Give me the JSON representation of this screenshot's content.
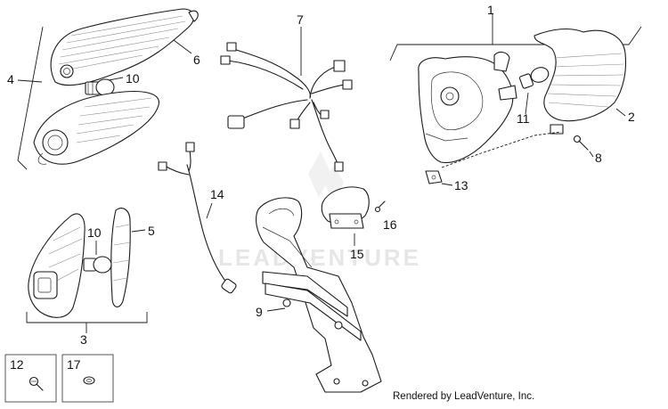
{
  "watermark": "LEADVENTURE",
  "credit": "Rendered by LeadVenture, Inc.",
  "callouts": {
    "c1": "1",
    "c2": "2",
    "c3": "3",
    "c4": "4",
    "c5": "5",
    "c6": "6",
    "c7": "7",
    "c8": "8",
    "c9": "9",
    "c10a": "10",
    "c10b": "10",
    "c11": "11",
    "c12": "12",
    "c13": "13",
    "c14": "14",
    "c15": "15",
    "c16": "16",
    "c17": "17"
  },
  "legend_boxes": [
    {
      "label": "12",
      "icon": "screw-icon"
    },
    {
      "label": "17",
      "icon": "washer-icon"
    }
  ]
}
